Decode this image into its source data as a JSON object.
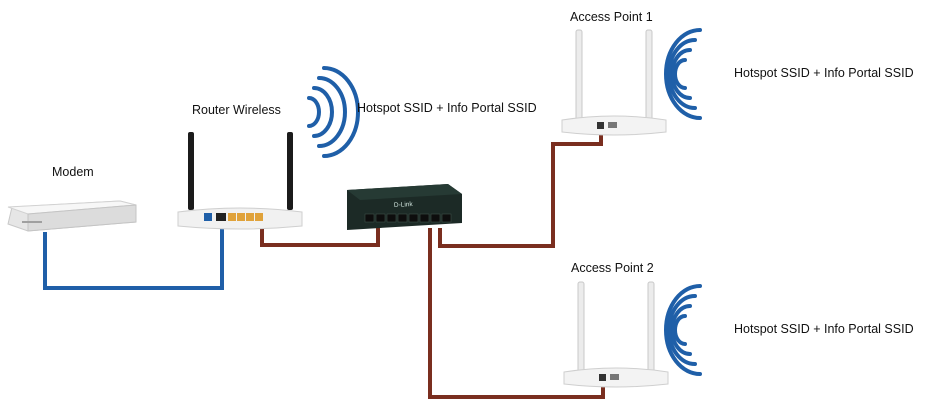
{
  "labels": {
    "modem": "Modem",
    "router": "Router Wireless",
    "router_ssid": "Hotspot SSID + Info Portal SSID",
    "ap1": "Access Point 1",
    "ap1_ssid": "Hotspot SSID + Info Portal SSID",
    "ap2": "Access Point 2",
    "ap2_ssid": "Hotspot SSID + Info Portal SSID",
    "switch_brand": "D-Link"
  },
  "colors": {
    "lan_cable": "#1f5fa8",
    "ethernet_cable": "#7a2e1f",
    "wifi_waves": "#1f5fa8",
    "switch_body": "#1c2a26",
    "device_body": "#f1f1f1"
  },
  "icons": {
    "modem": "modem-icon",
    "router": "wireless-router-icon",
    "switch": "network-switch-icon",
    "access_point": "access-point-icon",
    "wifi": "wifi-signal-icon"
  }
}
